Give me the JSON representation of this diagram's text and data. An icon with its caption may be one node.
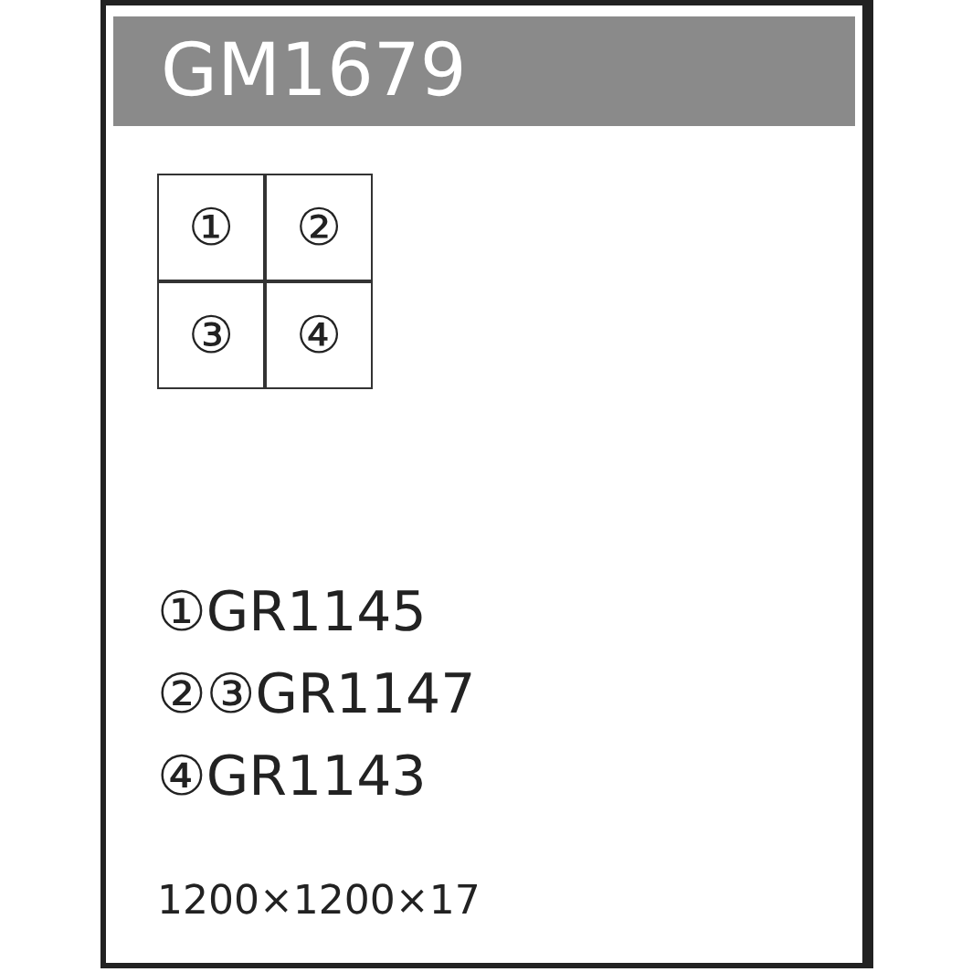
{
  "diagram": {
    "title": "GM1679",
    "nodes": [
      {
        "text": [
          "①"
        ]
      },
      {
        "text": [
          "②"
        ]
      },
      {
        "text": [
          "③"
        ]
      },
      {
        "text": [
          "④"
        ]
      }
    ],
    "labels": [
      "①GR1145",
      "②③GR1147",
      "④GR1143",
      "1200×1200×17"
    ]
  }
}
